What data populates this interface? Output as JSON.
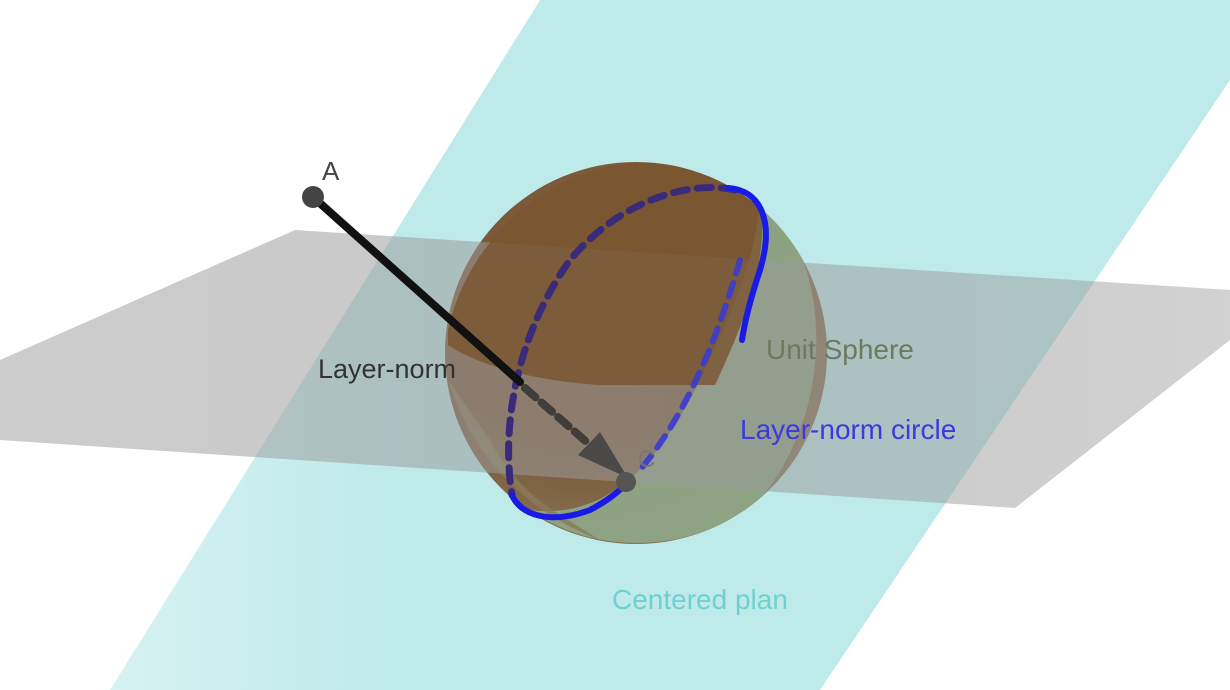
{
  "labels": {
    "point_a": "A",
    "point_c": "C",
    "layer_norm": "Layer-norm",
    "unit_sphere": "Unit Sphere",
    "layer_norm_circle": "Layer-norm circle",
    "centered_plan": "Centered plan"
  },
  "colors": {
    "centered_plane": "#8ad9d9",
    "layer_norm_plane": "#9a9a9a",
    "sphere_upper": "#7a5230",
    "sphere_lower": "#8a9a80",
    "circle": "#1a1ae6",
    "vector": "#111111",
    "point": "#444444",
    "label_layer_norm": "#333333",
    "label_sphere": "#6c7a60",
    "label_circle": "#3a3ae0",
    "label_plane": "#6fd0d0"
  }
}
